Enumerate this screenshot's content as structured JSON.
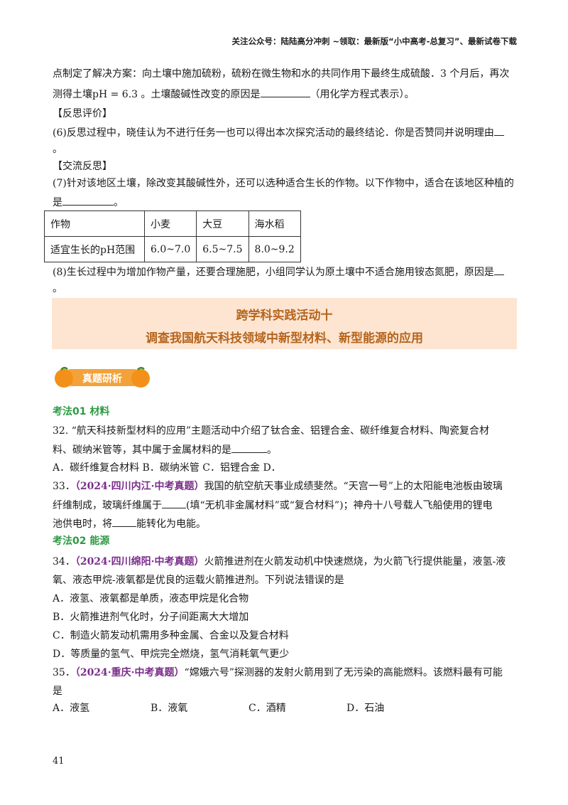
{
  "header": "关注公众号：陆陆高分冲刺 ~领取：最新版“小中高考-总复习”、最新试卷下载",
  "intro": {
    "line1": "点制定了解决方案：向土壤中施加硫粉，硫粉在微生物和水的共同作用下最终生成硫酸．3 个月后，再次",
    "line2_a": "测得土壤pH = 6.3 。土壤酸碱性改变的原因是",
    "line2_b": "（用化学方程式表示）。"
  },
  "reflect": {
    "heading": "【反思评价】",
    "q6": "(6)反思过程中，晓佳认为不进行任务一也可以得出本次探究活动的最终结论．你是否赞同并说明理由",
    "q6_end": "。"
  },
  "exchange": {
    "heading": "【交流反思】",
    "q7_a": "(7)针对该地区土壤，除改变其酸碱性外，还可以选种适合生长的作物。以下作物中，适合在该地区种植的",
    "q7_b": "是",
    "q7_c": "。"
  },
  "crop_table": {
    "headers": [
      "作物",
      "小麦",
      "大豆",
      "海水稻"
    ],
    "row_label": "适宜生长的pH范围",
    "ranges": [
      "6.0~7.0",
      "6.5~7.5",
      "8.0~9.2"
    ]
  },
  "q8": {
    "text": "(8)生长过程中为增加作物产量，还要合理施肥，小组同学认为原土壤中不适合施用铵态氮肥，原因是",
    "end": "。"
  },
  "banner": {
    "line1": "跨学科实践活动十",
    "line2": "调查我国航天科技领域中新型材料、新型能源的应用"
  },
  "badge_label": "真题研析",
  "method1": "考法01  材料",
  "q32": {
    "line1": "32. “航天科技新型材料的应用”主题活动中介绍了钛合金、铝锂合金、碳纤维复合材料、陶瓷复合材",
    "line2_a": "料、碳纳米管等，其中属于金属材料的是",
    "line2_b": "。",
    "options": "A．碳纤维复合材料    B．碳纳米管    C．铝锂合金    D．"
  },
  "q33": {
    "num": "33．",
    "source": "（2024·四川内江·中考真题）",
    "line1": "我国的航空航天事业成绩斐然。“天宫一号”上的太阳能电池板由玻璃",
    "line2_a": "纤维制成，玻璃纤维属于",
    "line2_b": "(填“无机非金属材料”或“复合材料”)；神舟十八号载人飞船使用的锂电",
    "line3_a": "池供电时，将",
    "line3_b": "能转化为电能。"
  },
  "method2": "考法02  能源",
  "q34": {
    "num": "34．",
    "source": "（2024·四川绵阳·中考真题）",
    "line1": "火箭推进剂在火箭发动机中快速燃烧，为火箭飞行提供能量，液氢-液",
    "line2": "氧、液态甲烷-液氧都是优良的运载火箭推进剂。下列说法错误的是",
    "A": "A．液氢、液氧都是单质，液态甲烷是化合物",
    "B": "B．火箭推进剂气化时，分子间距离大大增加",
    "C": "C．制造火箭发动机需用多种金属、合金以及复合材料",
    "D": "D．等质量的氢气、甲烷完全燃烧，氢气消耗氧气更少"
  },
  "q35": {
    "num": "35．",
    "source": "（2024·重庆·中考真题）",
    "line1": "“嫦娥六号”探测器的发射火箭用到了无污染的高能燃料。该燃料最有可能",
    "line2": "是",
    "A": "A．液氢",
    "B": "B．液氧",
    "C": "C．酒精",
    "D": "D．石油"
  },
  "page_number": "41"
}
